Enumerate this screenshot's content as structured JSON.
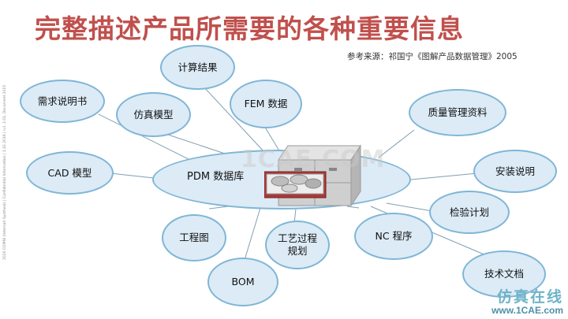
{
  "title": "完整描述产品所需要的各种重要信息",
  "source": "参考来源：祁国宁《图解产品数据管理》2005",
  "side_note": "2020 COMNI  (Internal) Synthesis | Confidential Information | 1.1E 2016 | n.t. 2.01, Document 2015",
  "hub": {
    "label": "PDM 数据库"
  },
  "nodes": [
    {
      "id": "requirements",
      "label": "需求说明书"
    },
    {
      "id": "simulation-model",
      "label": "仿真模型"
    },
    {
      "id": "calc-results",
      "label": "计算结果"
    },
    {
      "id": "fem-data",
      "label": "FEM 数据"
    },
    {
      "id": "quality-docs",
      "label": "质量管理资料"
    },
    {
      "id": "cad-model",
      "label": "CAD 模型"
    },
    {
      "id": "install-guide",
      "label": "安装说明"
    },
    {
      "id": "inspection-plan",
      "label": "检验计划"
    },
    {
      "id": "drawings",
      "label": "工程图"
    },
    {
      "id": "process-plan",
      "label": "工艺过程\n规划"
    },
    {
      "id": "nc-program",
      "label": "NC 程序"
    },
    {
      "id": "bom",
      "label": "BOM"
    },
    {
      "id": "tech-docs",
      "label": "技术文档"
    }
  ],
  "watermark": "1CAE.COM",
  "logo": {
    "text": "仿真在线",
    "url": "www.1CAE.com"
  },
  "colors": {
    "title": "#c0504d",
    "node_fill": "#dcebf6",
    "node_border": "#7fb6d6",
    "line": "#7f9fb3"
  }
}
